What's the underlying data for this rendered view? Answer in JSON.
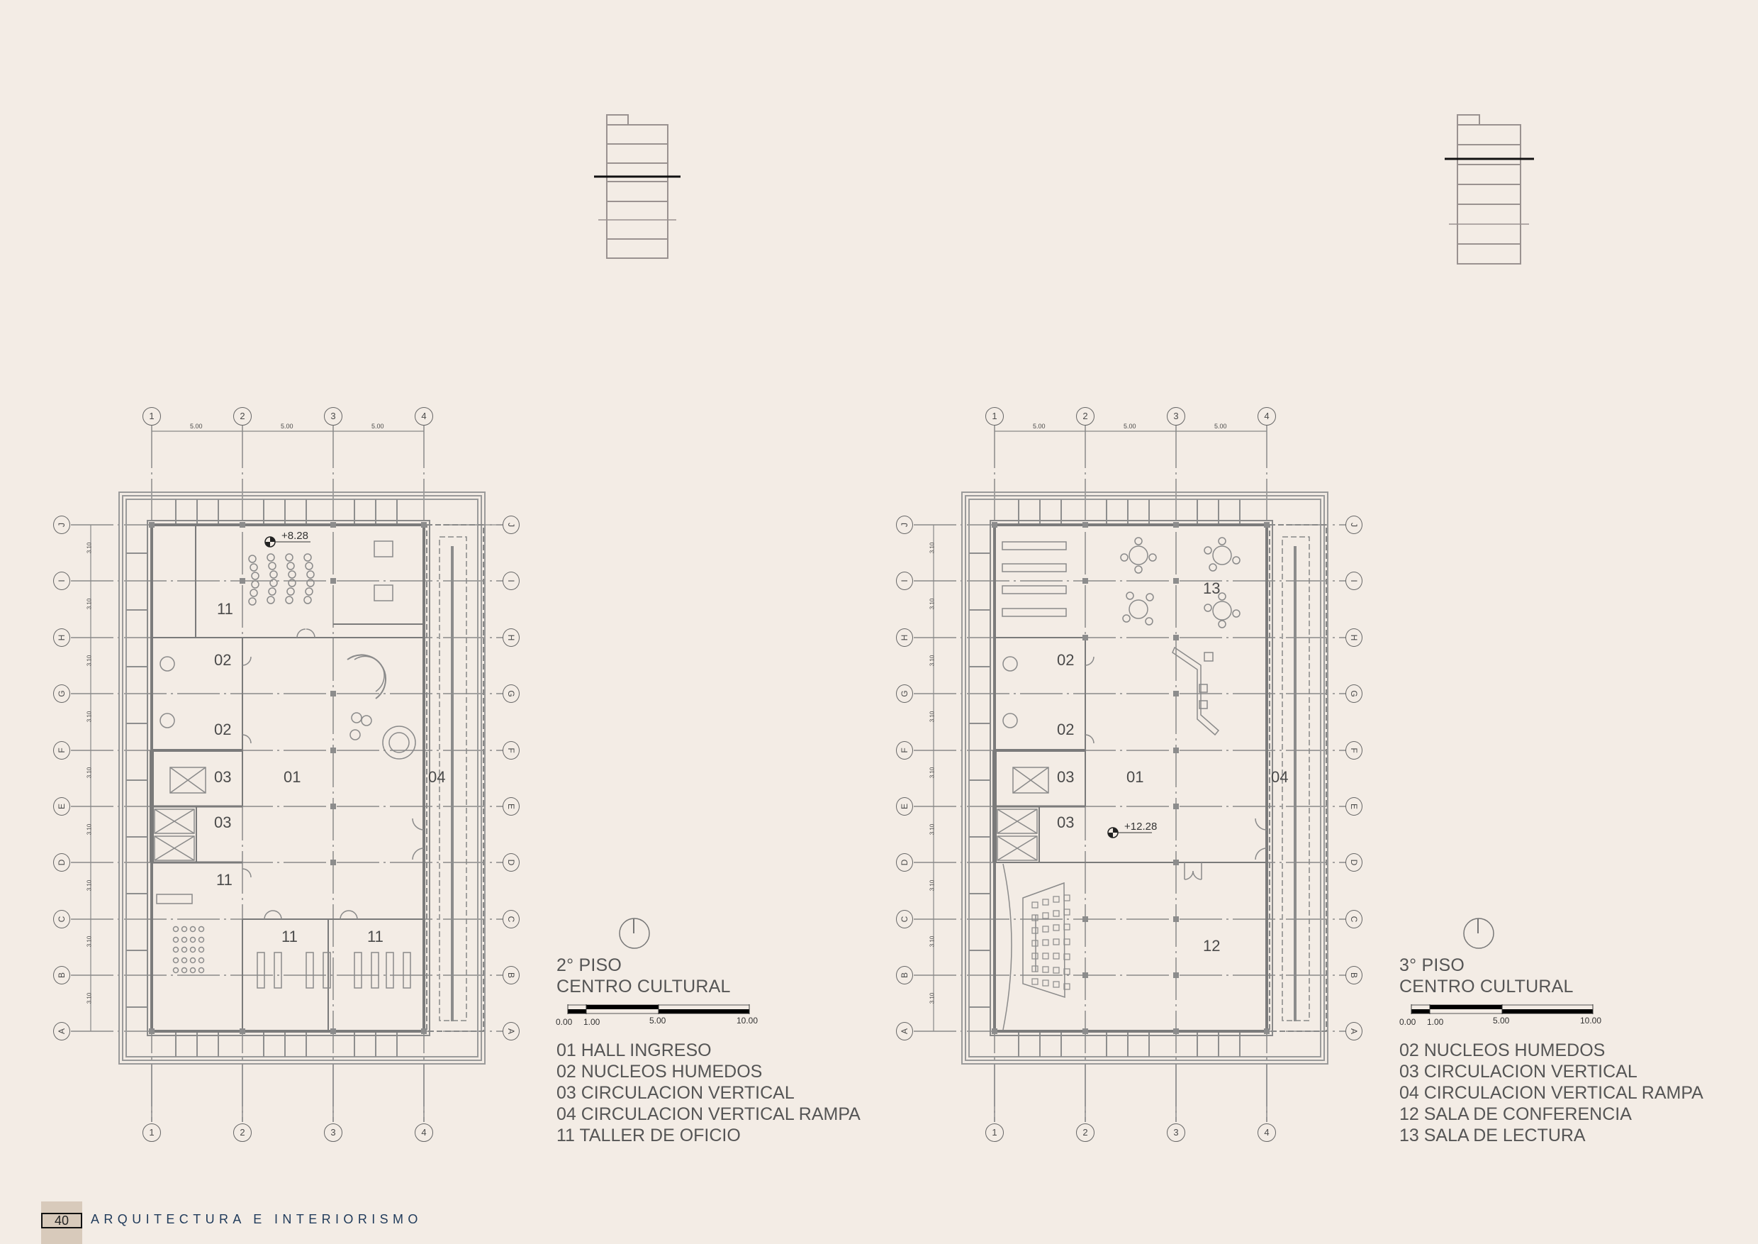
{
  "page": {
    "number": "40",
    "footer_title": "ARQUITECTURA E INTERIORISMO",
    "background": "#f3ece5",
    "accent": "#1f3a5a",
    "tab_color": "#d8cabb"
  },
  "plans": [
    {
      "id": "floor-2",
      "floor_label": "2° PISO",
      "project_label": "CENTRO CULTURAL",
      "level_mark": "+8.28",
      "column_axes": [
        "1",
        "2",
        "3",
        "4"
      ],
      "column_spacings": [
        "5.00",
        "5.00",
        "5.00"
      ],
      "row_axes": [
        "J",
        "I",
        "H",
        "G",
        "F",
        "E",
        "D",
        "C",
        "B",
        "A"
      ],
      "row_spacings": [
        "3.10",
        "3.10",
        "3.10",
        "3.10",
        "3.10",
        "3.10",
        "3.10",
        "3.10",
        "3.10"
      ],
      "scale_bar": [
        "0.00",
        "1.00",
        "5.00",
        "10.00"
      ],
      "room_tags": [
        {
          "code": "11",
          "room": "taller-top"
        },
        {
          "code": "02",
          "room": "bano-1"
        },
        {
          "code": "02",
          "room": "bano-2"
        },
        {
          "code": "03",
          "room": "escalera"
        },
        {
          "code": "01",
          "room": "hall"
        },
        {
          "code": "04",
          "room": "rampa"
        },
        {
          "code": "03",
          "room": "ascensores"
        },
        {
          "code": "11",
          "room": "taller-oficina"
        },
        {
          "code": "11",
          "room": "taller-a"
        },
        {
          "code": "11",
          "room": "taller-b"
        }
      ],
      "legend": [
        "01 HALL INGRESO",
        "02 NUCLEOS HUMEDOS",
        "03 CIRCULACION VERTICAL",
        "04 CIRCULACION VERTICAL RAMPA",
        "11 TALLER DE OFICIO"
      ]
    },
    {
      "id": "floor-3",
      "floor_label": "3° PISO",
      "project_label": "CENTRO CULTURAL",
      "level_mark": "+12.28",
      "column_axes": [
        "1",
        "2",
        "3",
        "4"
      ],
      "column_spacings": [
        "5.00",
        "5.00",
        "5.00"
      ],
      "row_axes": [
        "J",
        "I",
        "H",
        "G",
        "F",
        "E",
        "D",
        "C",
        "B",
        "A"
      ],
      "row_spacings": [
        "3.10",
        "3.10",
        "3.10",
        "3.10",
        "3.10",
        "3.10",
        "3.10",
        "3.10",
        "3.10"
      ],
      "scale_bar": [
        "0.00",
        "1.00",
        "5.00",
        "10.00"
      ],
      "room_tags": [
        {
          "code": "13",
          "room": "lectura"
        },
        {
          "code": "02",
          "room": "bano-1"
        },
        {
          "code": "02",
          "room": "bano-2"
        },
        {
          "code": "03",
          "room": "escalera"
        },
        {
          "code": "01",
          "room": "hall"
        },
        {
          "code": "04",
          "room": "rampa"
        },
        {
          "code": "03",
          "room": "ascensores"
        },
        {
          "code": "12",
          "room": "conferencia"
        }
      ],
      "legend": [
        "02 NUCLEOS HUMEDOS",
        "03 CIRCULACION VERTICAL",
        "04 CIRCULACION VERTICAL RAMPA",
        "12 SALA DE CONFERENCIA",
        "13 SALA DE LECTURA"
      ]
    }
  ]
}
